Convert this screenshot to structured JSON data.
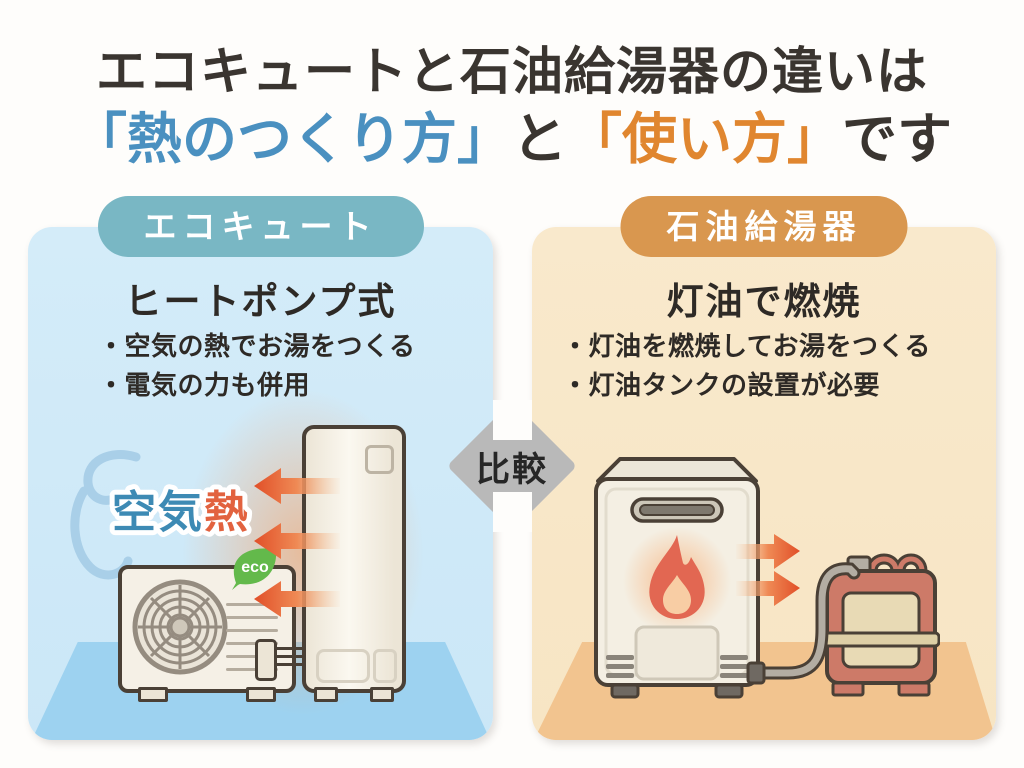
{
  "title": {
    "line1": "エコキュートと石油給湯器の違いは",
    "line2": {
      "heat_making": "「熱のつくり方」",
      "connector": "と",
      "usage": "「使い方」",
      "suffix": "です"
    }
  },
  "compare_badge": "比較",
  "left_panel": {
    "badge": "エコキュート",
    "heading": "ヒートポンプ式",
    "bullets": [
      "・空気の熱でお湯をつくる",
      "・電気の力も併用"
    ],
    "air_heat_label": {
      "air": "空気",
      "heat": "熱"
    },
    "eco_badge": "eco"
  },
  "right_panel": {
    "badge": "石油給湯器",
    "heading": "灯油で燃焼",
    "bullets": [
      "・灯油を燃焼してお湯をつくる",
      "・灯油タンクの設置が必要"
    ]
  },
  "colors": {
    "title_dark": "#3a3530",
    "title_blue": "#4a90c0",
    "title_orange": "#e0862f",
    "badge_teal": "#79b7c4",
    "badge_orange": "#d9974f",
    "panel_blue": "#cfe8f7",
    "panel_cream": "#f8e7c7",
    "floor_blue": "#9dd2f0",
    "floor_orange": "#f2c48f",
    "compare_gray": "#b9b9b9",
    "flame_red": "#e26752",
    "kerosene_tank_red": "#cd7a68",
    "eco_green": "#63b94b",
    "air_label_blue": "#3d8ab4",
    "heat_label_orange": "#e2623f",
    "arrow_orange": "#e14f28"
  }
}
